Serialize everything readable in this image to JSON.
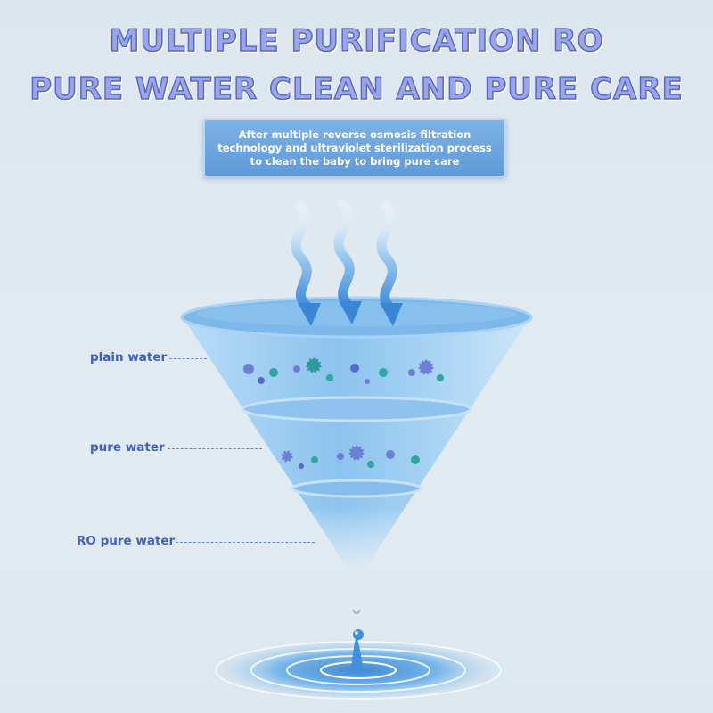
{
  "headline": {
    "line1": "MULTIPLE PURIFICATION RO",
    "line2": "PURE WATER CLEAN AND PURE CARE"
  },
  "description": "After multiple reverse osmosis filtration technology and ultraviolet sterilization process to clean the baby to bring pure care",
  "labels": {
    "plain": "plain water",
    "pure": "pure water",
    "ro": "RO pure water"
  },
  "colors": {
    "headline_fill": "#9aa6e6",
    "headline_stroke": "#5868c4",
    "label_text": "#3f5fc2",
    "banner": "#6aa3dd",
    "funnel": "#8fc2ee"
  },
  "icons": [
    "wavy-arrow-icon",
    "funnel-illustration",
    "bacteria-icon",
    "water-droplet-icon",
    "water-ripple-illustration"
  ]
}
